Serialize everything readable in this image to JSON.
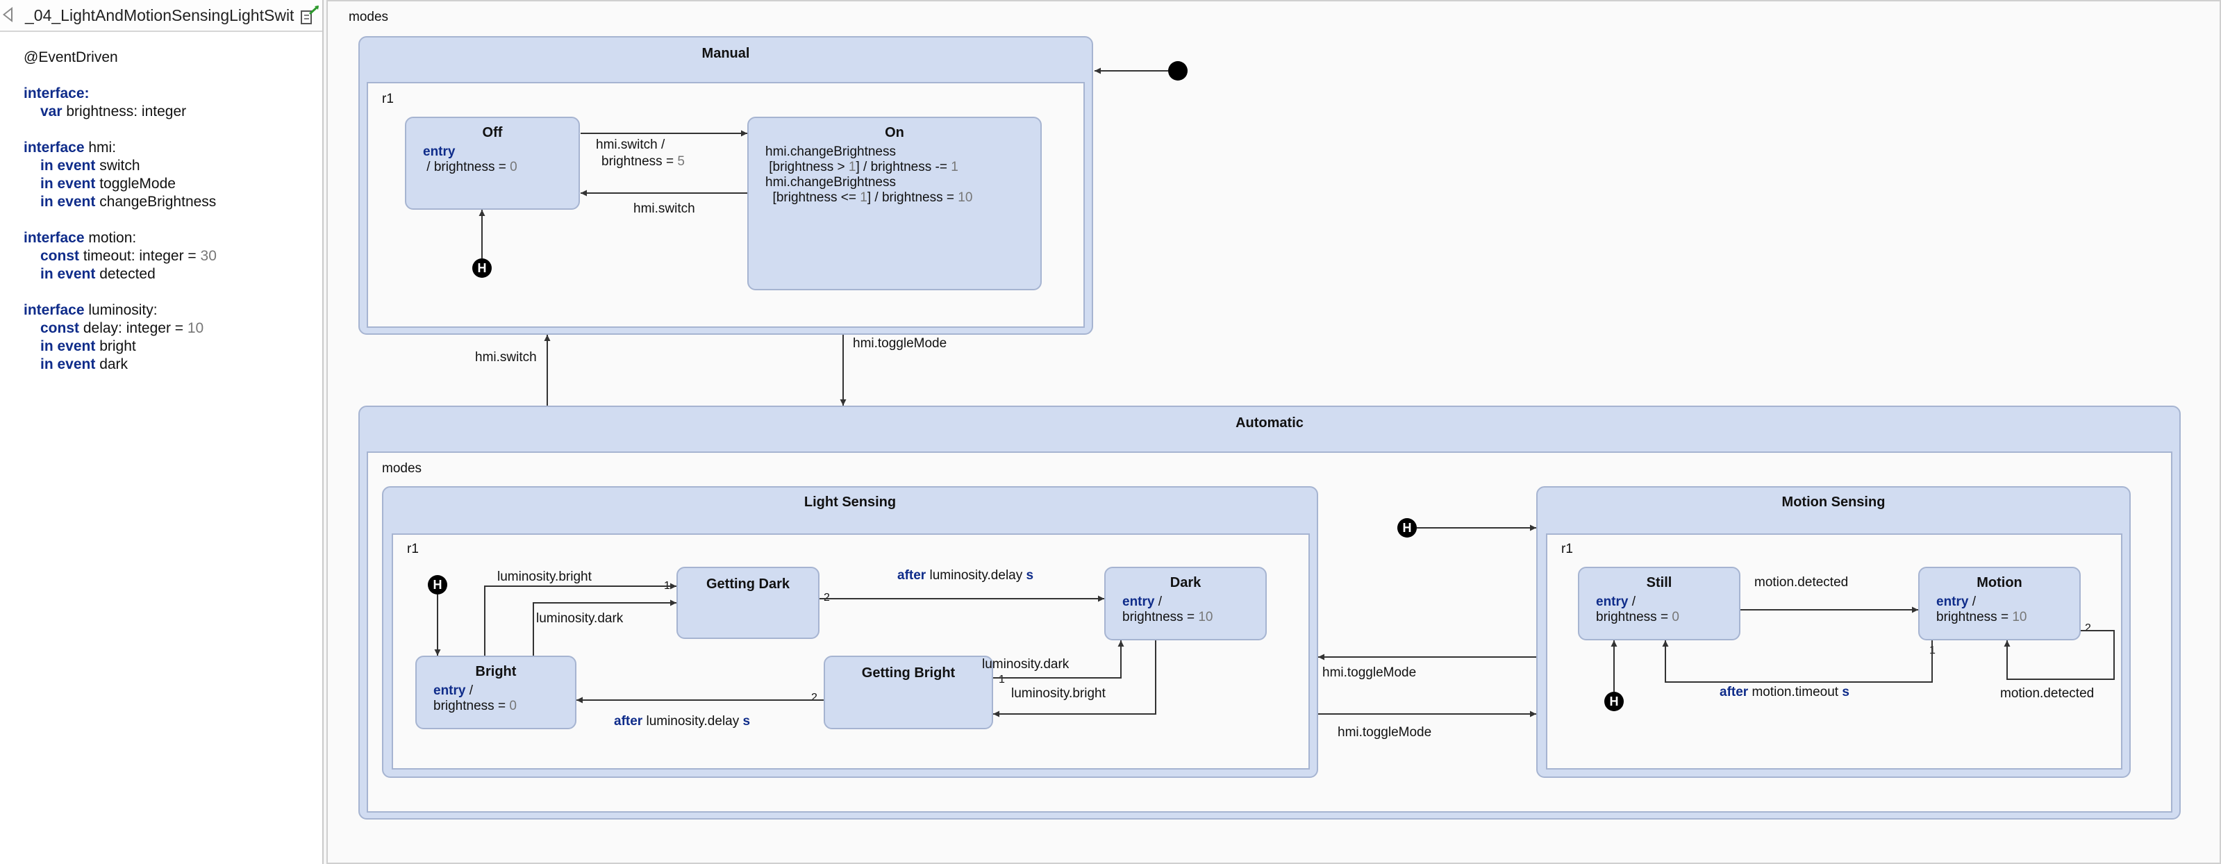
{
  "file_title": "_04_LightAndMotionSensingLightSwit",
  "definition": {
    "annotation": "@EventDriven",
    "kw_interface": "interface",
    "kw_var": "var",
    "kw_const": "const",
    "kw_in_event": "in event",
    "iface_default_colon": ":",
    "brightness_decl": " brightness: integer",
    "hmi_name": " hmi:",
    "ev_switch": " switch",
    "ev_toggle": " toggleMode",
    "ev_change": " changeBrightness",
    "motion_name": " motion:",
    "timeout_decl": " timeout: integer = ",
    "timeout_val": "30",
    "ev_detected": " detected",
    "lum_name": " luminosity:",
    "delay_decl": " delay: integer = ",
    "delay_val": "10",
    "ev_bright": " bright",
    "ev_dark": " dark"
  },
  "diagram": {
    "root_region": "modes",
    "manual": {
      "title": "Manual",
      "region": "r1",
      "off": {
        "title": "Off",
        "entry": "entry",
        "action": " / brightness = ",
        "value": "0"
      },
      "on": {
        "title": "On",
        "l1": "hmi.changeBrightness",
        "l2a": " [brightness > ",
        "l2v1": "1",
        "l2b": "] / brightness -= ",
        "l2v2": "1",
        "l3": "hmi.changeBrightness",
        "l4a": "  [brightness <= ",
        "l4v1": "1",
        "l4b": "] / brightness = ",
        "l4v2": "10"
      },
      "off_to_on_l1": "hmi.switch /",
      "off_to_on_l2": "brightness = ",
      "off_to_on_val": "5",
      "on_to_off": "hmi.switch"
    },
    "manual_to_auto": "hmi.toggleMode",
    "auto_to_manual": "hmi.switch",
    "automatic": {
      "title": "Automatic",
      "region": "modes",
      "light_sensing": {
        "title": "Light Sensing",
        "region": "r1",
        "getting_dark": "Getting Dark",
        "getting_bright": "Getting Bright",
        "dark": {
          "title": "Dark",
          "entry": "entry",
          "slash": " /",
          "action": "brightness = ",
          "value": "10"
        },
        "bright": {
          "title": "Bright",
          "entry": "entry",
          "slash": " /",
          "action": "brightness = ",
          "value": "0"
        },
        "t_lum_bright": "luminosity.bright",
        "t_lum_dark": "luminosity.dark",
        "t_after_kw": "after",
        "t_after_text": " luminosity.delay ",
        "t_after_s": "s",
        "t_gb_dark": "luminosity.dark",
        "t_dark_gb": "luminosity.bright",
        "p1": "1",
        "p2": "2"
      },
      "motion_sensing": {
        "title": "Motion Sensing",
        "region": "r1",
        "still": {
          "title": "Still",
          "entry": "entry",
          "slash": " /",
          "action": "brightness = ",
          "value": "0"
        },
        "motion": {
          "title": "Motion",
          "entry": "entry",
          "slash": " /",
          "action": "brightness = ",
          "value": "10"
        },
        "t_detected": "motion.detected",
        "t_after_kw": "after",
        "t_after_text": " motion.timeout ",
        "t_after_s": "s",
        "t_self": "motion.detected",
        "p1": "1",
        "p2": "2"
      },
      "ms_to_ls": "hmi.toggleMode",
      "ls_to_ms": "hmi.toggleMode"
    },
    "history_glyph": "H"
  },
  "colors": {
    "state_fill": "#d1dcf1",
    "state_border": "#a6b4d1",
    "keyword": "#0f2c8a",
    "number": "#777777"
  }
}
